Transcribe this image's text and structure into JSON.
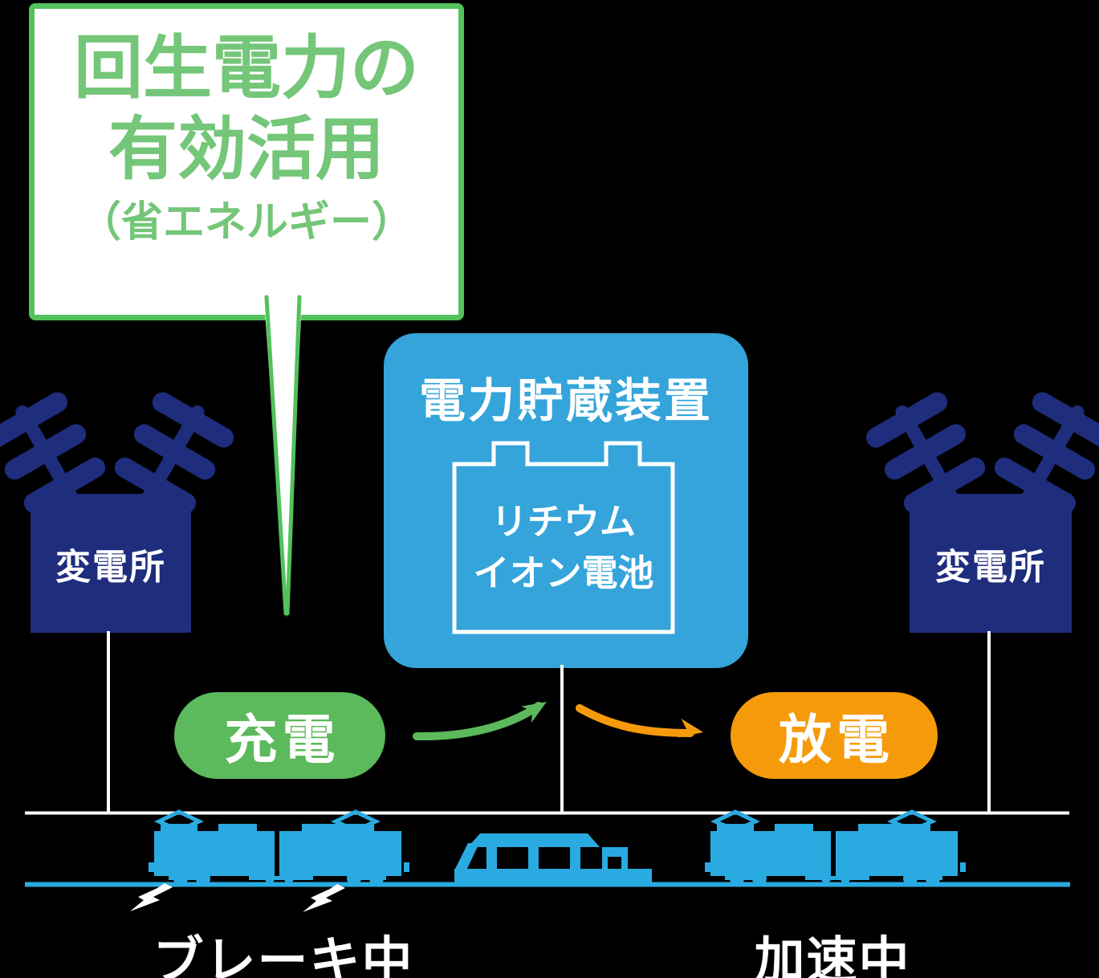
{
  "bubble": {
    "line1": "回生電力の",
    "line2": "有効活用",
    "line3": "（省エネルギー）"
  },
  "storage_unit": {
    "title": "電力貯蔵装置",
    "battery": {
      "line1": "リチウム",
      "line2": "イオン電池"
    }
  },
  "substations": {
    "left": {
      "label": "変電所"
    },
    "right": {
      "label": "変電所"
    }
  },
  "flow": {
    "charge_label": "充電",
    "discharge_label": "放電"
  },
  "captions": {
    "braking": "ブレーキ中",
    "accelerating": "加速中"
  },
  "icons": {
    "insulator": "power-insulator-icon",
    "battery": "battery-outline-icon",
    "pantograph": "diamond-pantograph-icon",
    "train": "train-silhouette-icon",
    "tram": "tram-silhouette-icon",
    "spark": "brake-spark-icon",
    "arrow_charge": "curved-arrow-up-icon",
    "arrow_discharge": "curved-arrow-down-icon"
  },
  "colors": {
    "background": "#000000",
    "bubble_border": "#53c15c",
    "bubble_text": "#74c678",
    "storage_box": "#34a4da",
    "navy": "#1f2d7d",
    "train_blue": "#29abe2",
    "pill_green": "#5cb95c",
    "pill_orange": "#f59b0b",
    "white": "#ffffff"
  }
}
